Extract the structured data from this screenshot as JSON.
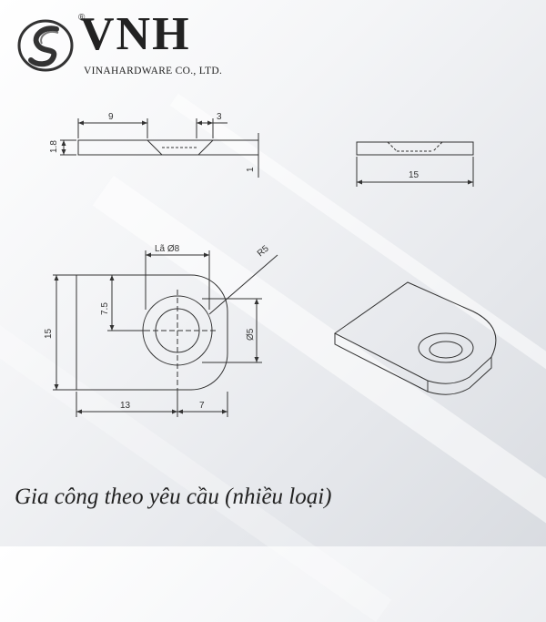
{
  "logo": {
    "brand": "VNH",
    "registered": "®",
    "company": "VINAHARDWARE CO., LTD.",
    "mark_icon": "s-swoosh-icon"
  },
  "drawing": {
    "side_view": {
      "dim_length": "9",
      "dim_countersink": "3",
      "dim_thickness": "1.8",
      "dim_step": "1"
    },
    "end_view": {
      "dim_width": "15"
    },
    "top_view": {
      "hole_label": "Lã Ø8",
      "radius_label": "R5",
      "dim_center_height": "7.5",
      "dim_height": "15",
      "dim_hole": "Ø5",
      "dim_left": "13",
      "dim_right": "7"
    }
  },
  "caption": "Gia công theo yêu cầu (nhiều loại)",
  "colors": {
    "line": "#333333",
    "text": "#222222"
  }
}
